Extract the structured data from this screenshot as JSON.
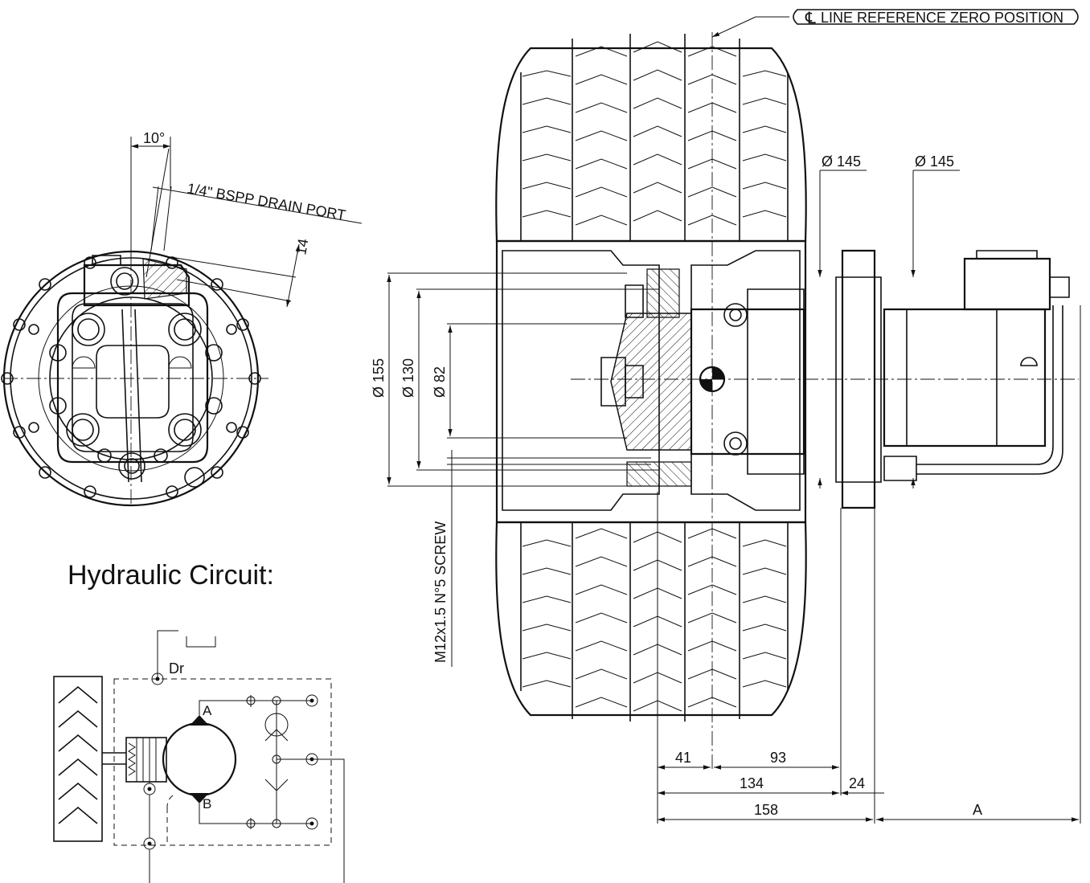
{
  "callout": {
    "cl_symbol": "℄",
    "zero_position": "LINE REFERENCE ZERO POSITION"
  },
  "front_view": {
    "angle": "10°",
    "drain_port": "1/4\" BSPP DRAIN PORT",
    "dim_14": "14"
  },
  "section": {
    "dia_155": "Ø 155",
    "dia_130": "Ø 130",
    "dia_82": "Ø 82",
    "screw": "M12x1.5 N°5 SCREW",
    "dia_145_left": "Ø 145",
    "dia_145_right": "Ø 145"
  },
  "dims": {
    "d41": "41",
    "d93": "93",
    "d134": "134",
    "d24": "24",
    "d158": "158",
    "dA": "A"
  },
  "hydraulic": {
    "title": "Hydraulic Circuit:",
    "drain": "Dr",
    "port_a": "A",
    "port_b": "B"
  },
  "colors": {
    "line": "#111111",
    "background": "#ffffff"
  }
}
